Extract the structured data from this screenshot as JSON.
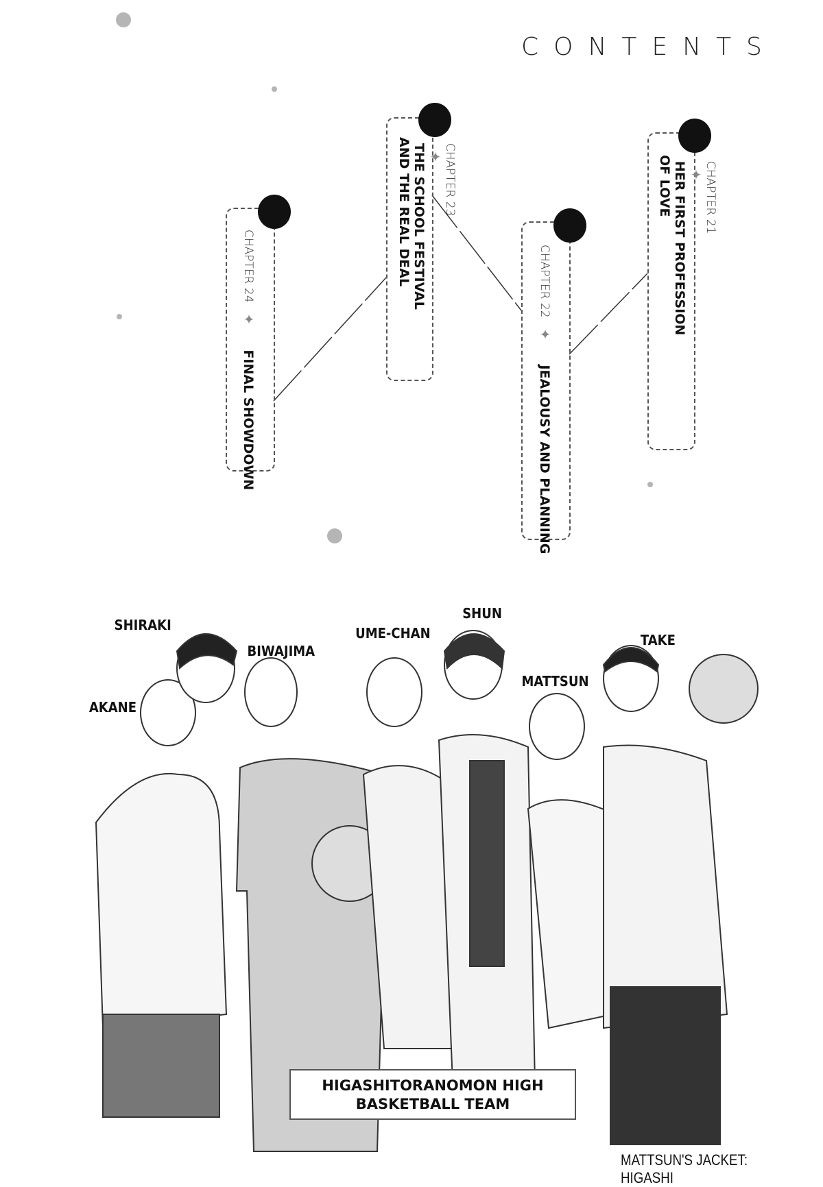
{
  "header": {
    "title": "CONTENTS"
  },
  "chapters": [
    {
      "label": "CHAPTER 21",
      "title": "HER FIRST PROFESSION\nOF LOVE"
    },
    {
      "label": "CHAPTER 22",
      "title": "JEALOUSY AND PLANNING"
    },
    {
      "label": "CHAPTER 23",
      "title": "THE SCHOOL FESTIVAL\nAND THE REAL DEAL"
    },
    {
      "label": "CHAPTER 24",
      "title": "FINAL SHOWDOWN"
    }
  ],
  "separator_icon": "four-point-star-icon",
  "characters": [
    "SHIRAKI",
    "BIWAJIMA",
    "AKANE",
    "UME-CHAN",
    "SHUN",
    "MATTSUN",
    "TAKE"
  ],
  "caption": {
    "line1": "HIGASHITORANOMON HIGH",
    "line2": "BASKETBALL TEAM"
  },
  "footnote": "MATTSUN'S JACKET: HIGASHI"
}
